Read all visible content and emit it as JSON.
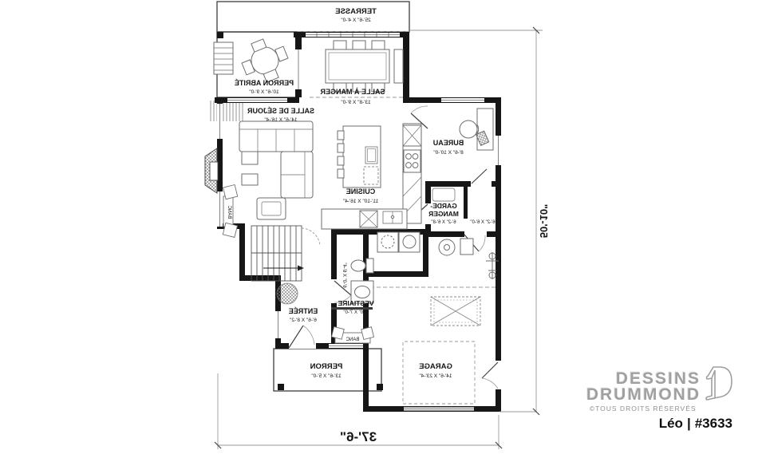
{
  "plan": {
    "rooms": {
      "terrasse": {
        "name": "TERRASSE",
        "dims": "25'-6\" X 4'-0\""
      },
      "perron_abrite": {
        "name": "PERRON ABRITÉ",
        "dims": "10'-6\" X 9'-0\""
      },
      "salle_a_manger": {
        "name": "SALLE À MANGER",
        "dims": "13'-8\" X 9'-0\""
      },
      "salle_de_sejour": {
        "name": "SALLE DE SÉJOUR",
        "dims": "14'-6\" X 16'-4\""
      },
      "bureau": {
        "name": "BUREAU",
        "dims": "8'-6\" X 10'-0\""
      },
      "cuisine": {
        "name": "CUISINE",
        "dims": "11'-10\" X 16'-4\""
      },
      "garde_manger": {
        "name_line1": "GARDE-",
        "name_line2": "MANGER",
        "dims": "6'-2\" X 6'-8\""
      },
      "rangement": {
        "dims": "6'-2\" X 6'-0\""
      },
      "salle_eau": {
        "dims": "6'-0\" X 6'-4\""
      },
      "vestiaire": {
        "name": "VESTIAIRE",
        "dims": "6'-0\" X 7'-0\""
      },
      "entree": {
        "name": "ENTRÉE",
        "dims": "6'-6\" X 8'-2\""
      },
      "perron": {
        "name": "PERRON",
        "dims": "13'-6\" X 5'-0\""
      },
      "garage": {
        "name": "GARAGE",
        "dims": "14'-6\" X 23'-4\""
      }
    },
    "annotations": {
      "banc_sejour": "BANC",
      "banc_vestiaire": "BANC"
    },
    "dimensions": {
      "overall_width": "37'-6\"",
      "overall_depth": "50'-10\""
    }
  },
  "branding": {
    "brand_line1": "DESSINS",
    "brand_line2": "DRUMMOND",
    "rights": "©TOUS DROITS RÉSERVÉS",
    "model_name": "Léo",
    "separator": "|",
    "plan_number": "#3633"
  },
  "colors": {
    "wall": "#161616",
    "furniture": "#6e6e6e",
    "dashed": "#9a9a9a",
    "dimension_line": "#9a9a9a",
    "logo_gray": "#a0a0a0",
    "text": "#141414"
  }
}
